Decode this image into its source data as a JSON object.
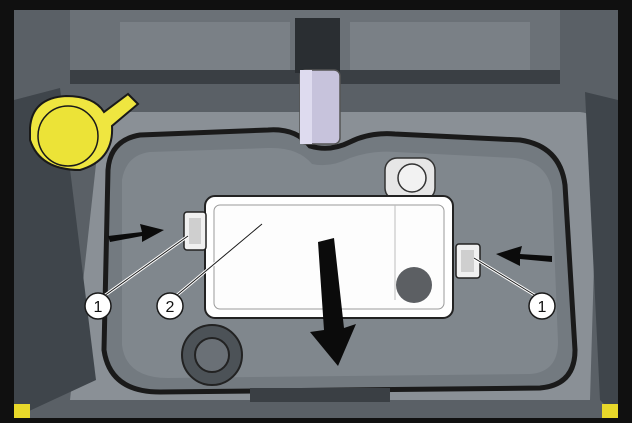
{
  "figure": {
    "callouts": [
      {
        "number": "1",
        "part": "left-mounting-clip"
      },
      {
        "number": "2",
        "part": "reservoir"
      },
      {
        "number": "1",
        "part": "right-mounting-clip"
      }
    ]
  },
  "colors": {
    "frame": "#111111",
    "housing_dark": "#545a60",
    "housing_mid": "#7e858b",
    "housing_light": "#a4a9ae",
    "reservoir_fill": "#ffffff",
    "cap_yellow": "#efe640",
    "hose": "#c8c4dc",
    "accent_yellow": "#e8d82a",
    "arrow": "#0b0b0b"
  },
  "icons": [
    "push-arrow-icon",
    "removal-direction-arrow-icon"
  ]
}
